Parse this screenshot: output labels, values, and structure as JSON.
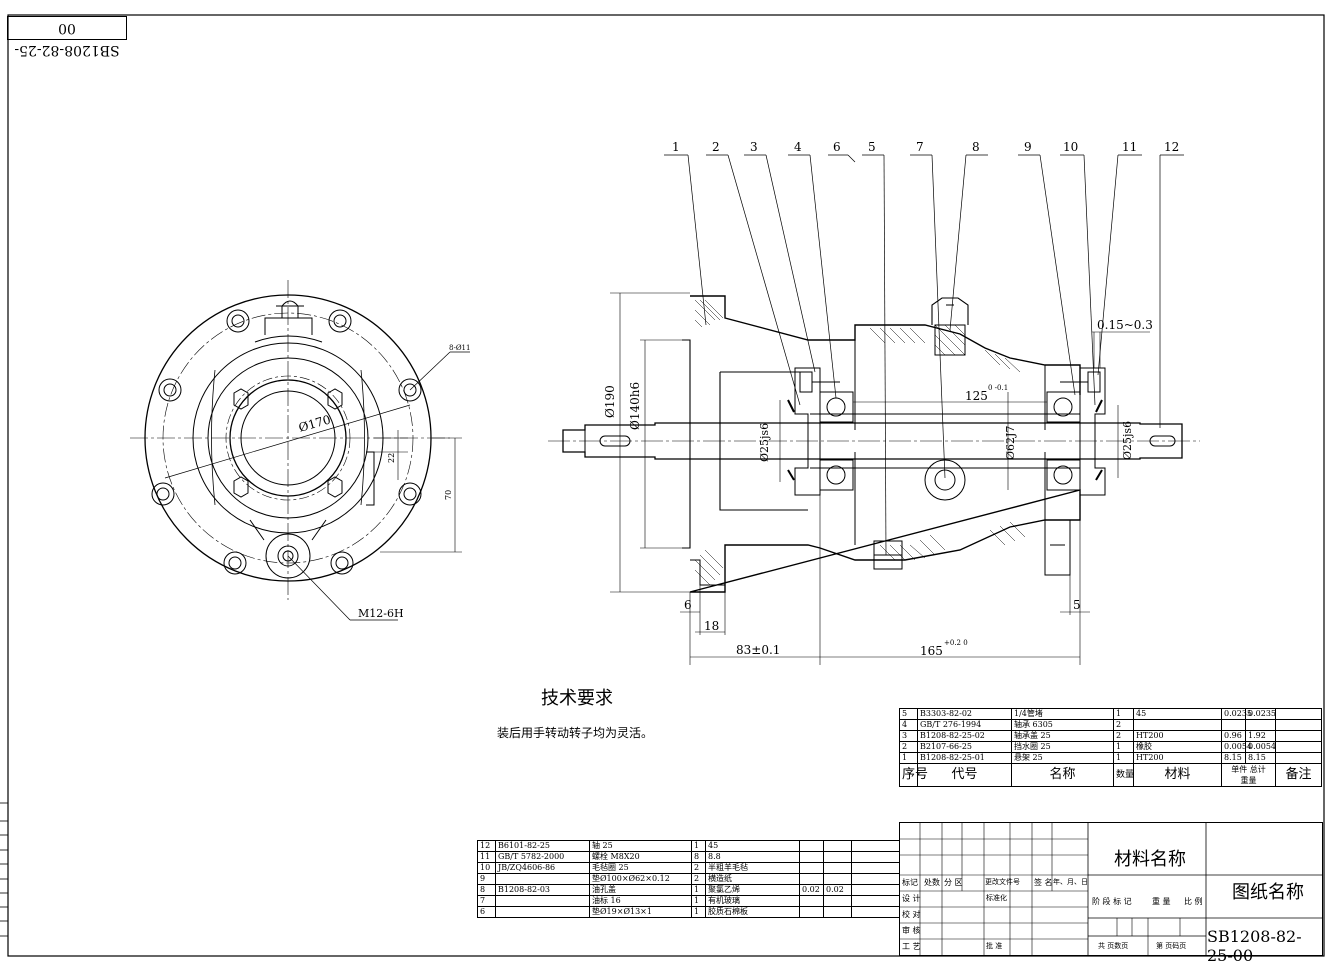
{
  "drawing_number_corner": "SB1208-82-25-00",
  "balloons": [
    "1",
    "2",
    "3",
    "4",
    "6",
    "5",
    "7",
    "8",
    "9",
    "10",
    "11",
    "12"
  ],
  "dimensions": {
    "bolt_holes": "8-Ø11",
    "pcd": "Ø170",
    "d22": "22",
    "d70": "70",
    "thread": "M12-6H",
    "d190": "Ø190",
    "d140": "Ø140h6",
    "gap": "0.15~0.3",
    "len125": "125",
    "len125_tol": "0\n-0.1",
    "shaft_left": "Ø25js6",
    "bore": "Ø62J7",
    "shaft_right": "Ø25js6",
    "d6": "6",
    "d18": "18",
    "d83": "83±0.1",
    "d165": "165",
    "d165_tol": "+0.2\n0",
    "d5": "5"
  },
  "tech": {
    "title": "技术要求",
    "note": "装后用手转动转子均为灵活。"
  },
  "bom_upper": {
    "rows": [
      [
        "5",
        "B3303-82-02",
        "1/4管堵",
        "1",
        "45",
        "0.0235",
        "0.0235",
        ""
      ],
      [
        "4",
        "GB/T 276-1994",
        "轴承 6305",
        "2",
        "",
        "",
        "",
        ""
      ],
      [
        "3",
        "B1208-82-25-02",
        "轴承盖 25",
        "2",
        "HT200",
        "0.96",
        "1.92",
        ""
      ],
      [
        "2",
        "B2107-66-25",
        "挡水圈 25",
        "1",
        "橡胶",
        "0.0054",
        "0.0054",
        ""
      ],
      [
        "1",
        "B1208-82-25-01",
        "悬架 25",
        "1",
        "HT200",
        "8.15",
        "8.15",
        ""
      ]
    ],
    "header": {
      "no": "序号",
      "code": "代号",
      "name": "名称",
      "qty": "数量",
      "mat": "材料",
      "unit": "单件",
      "total": "总计",
      "weight": "重量",
      "remark": "备注"
    }
  },
  "bom_lower": {
    "rows": [
      [
        "12",
        "B6101-82-25",
        "轴 25",
        "1",
        "45",
        "",
        "",
        ""
      ],
      [
        "11",
        "GB/T 5782-2000",
        "螺栓 M8X20",
        "8",
        "8.8",
        "",
        "",
        ""
      ],
      [
        "10",
        "JB/ZQ4606-86",
        "毛毡圈 25",
        "2",
        "半粗羊毛毡",
        "",
        "",
        ""
      ],
      [
        "9",
        "",
        "垫Ø100×Ø62×0.12",
        "2",
        "横造纸",
        "",
        "",
        ""
      ],
      [
        "8",
        "B1208-82-03",
        "油孔盖",
        "1",
        "聚氯乙烯",
        "0.02",
        "0.02",
        ""
      ],
      [
        "7",
        "",
        "油标 16",
        "1",
        "有机玻璃",
        "",
        "",
        ""
      ],
      [
        "6",
        "",
        "垫Ø19×Ø13×1",
        "1",
        "胶质石棉板",
        "",
        "",
        ""
      ]
    ]
  },
  "title_block": {
    "material": "材料名称",
    "drawing_name": "图纸名称",
    "drawing_number": "SB1208-82-25-00",
    "labels": {
      "mark": "标记",
      "count": "处数",
      "zone": "分 区",
      "doc": "更改文件号",
      "sign": "签 名",
      "date": "年、月、日",
      "design": "设 计",
      "check": "校 对",
      "review": "审 核",
      "process": "工 艺",
      "std": "标准化",
      "approve": "批 准",
      "stage": "阶 段 标 记",
      "weight": "重 量",
      "scale": "比 例",
      "sheets": "共 页数页",
      "sheet": "第 页码页"
    }
  }
}
